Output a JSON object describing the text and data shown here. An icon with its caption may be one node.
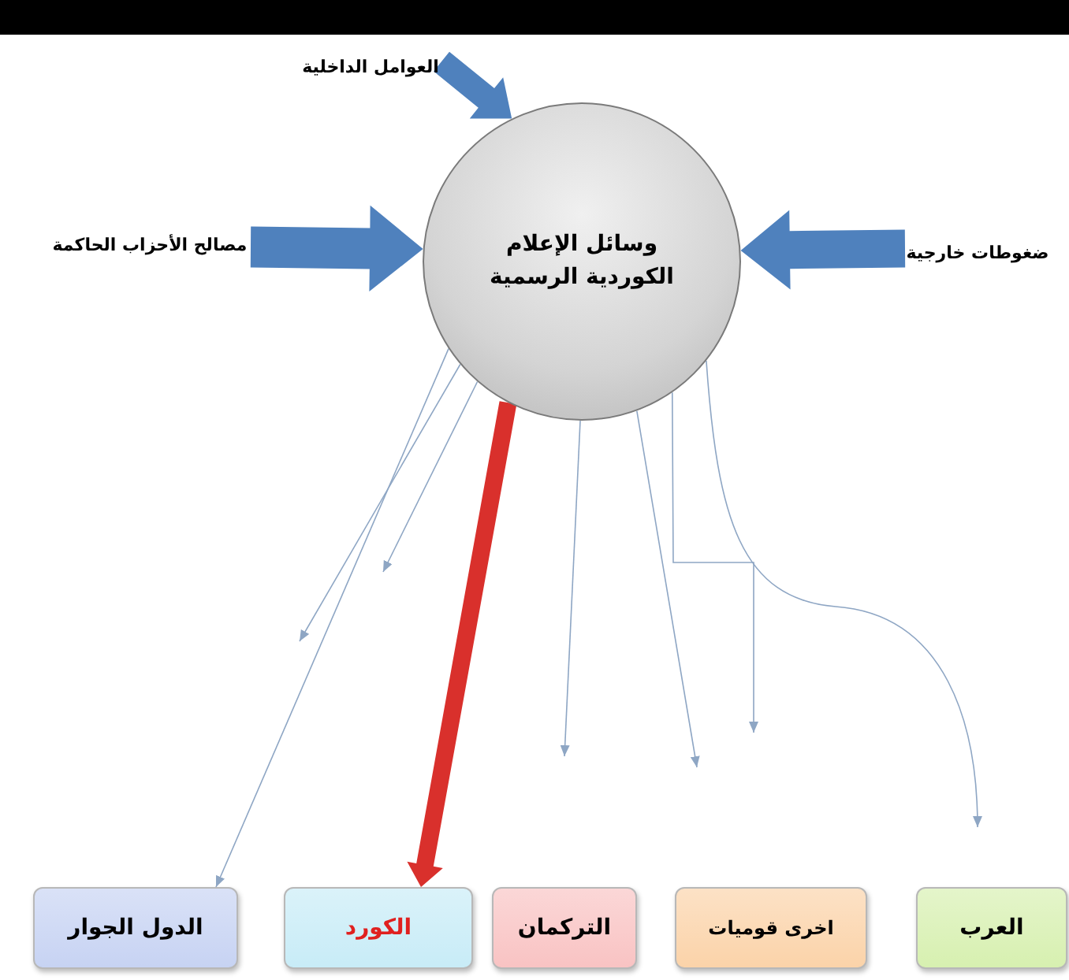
{
  "diagram": {
    "nodes": [
      {
        "text": [
          "وسائل الإعلام الكوردية الرسمية"
        ]
      },
      {
        "text": [
          "العوامل الداخلية"
        ]
      },
      {
        "text": [
          "مصالح الأحزاب الحاكمة"
        ]
      },
      {
        "text": [
          "ضغوطات خارجية"
        ]
      },
      {
        "text": [
          "العرب"
        ]
      },
      {
        "text": [
          "اخرى قوميات"
        ]
      },
      {
        "text": [
          "التركمان"
        ]
      },
      {
        "text": [
          "الكورد"
        ]
      },
      {
        "text": [
          "الدول الجوار"
        ]
      }
    ],
    "edges": [
      {
        "from": 1,
        "to": 0,
        "arrow": "to",
        "style": "thick",
        "color": "#4f81bd"
      },
      {
        "from": 2,
        "to": 0,
        "arrow": "to",
        "style": "thick",
        "color": "#4f81bd"
      },
      {
        "from": 3,
        "to": 0,
        "arrow": "to",
        "style": "thick",
        "color": "#4f81bd"
      },
      {
        "from": 0,
        "to": 8,
        "arrow": "to"
      },
      {
        "from": 0,
        "to": null,
        "arrow": "to"
      },
      {
        "from": 0,
        "to": null,
        "arrow": "to"
      },
      {
        "from": 0,
        "to": 7,
        "arrow": "to",
        "style": "thick",
        "color": "#d9302c"
      },
      {
        "from": 0,
        "to": null,
        "arrow": "to"
      },
      {
        "from": 0,
        "to": null,
        "arrow": "to"
      },
      {
        "from": 0,
        "to": null,
        "arrow": "to"
      },
      {
        "from": 0,
        "to": null,
        "arrow": "to"
      }
    ]
  }
}
